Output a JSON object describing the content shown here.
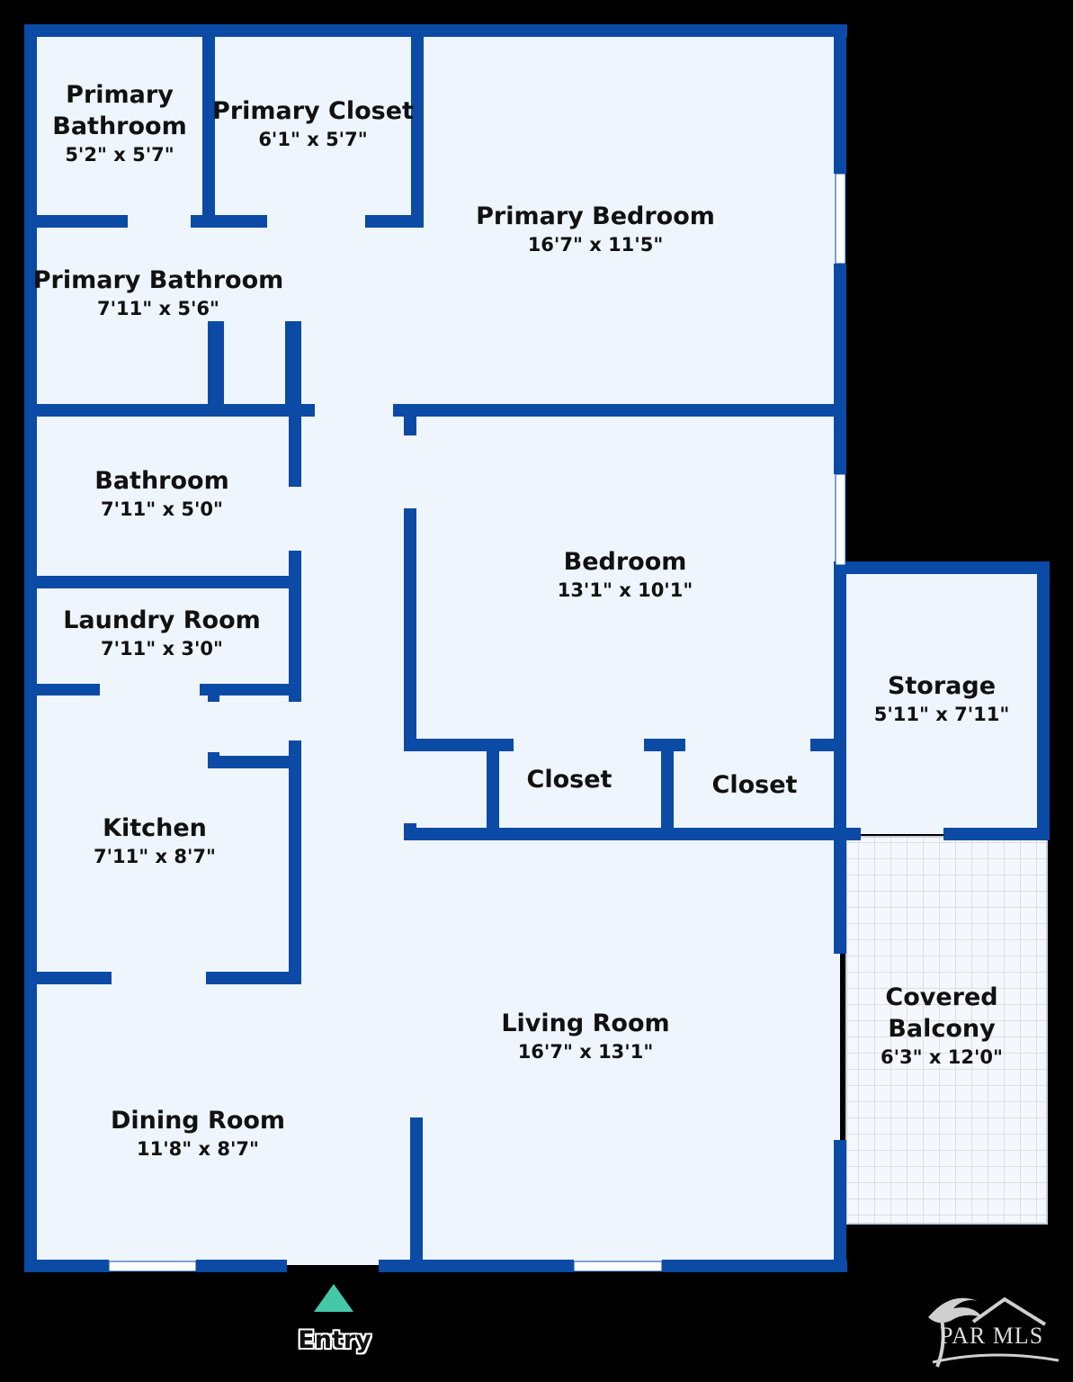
{
  "colors": {
    "wall": "#0b4aa5",
    "floor": "#eef5fc",
    "background": "#000000",
    "entry_marker": "#45c8a8",
    "balcony_grid": "#d6dbe2"
  },
  "rooms": {
    "primary_bathroom_small": {
      "name_line1": "Primary",
      "name_line2": "Bathroom",
      "dims": "5'2\" x 5'7\""
    },
    "primary_closet": {
      "name": "Primary Closet",
      "dims": "6'1\" x 5'7\""
    },
    "primary_bedroom": {
      "name": "Primary Bedroom",
      "dims": "16'7\" x 11'5\""
    },
    "primary_bathroom": {
      "name": "Primary Bathroom",
      "dims": "7'11\" x 5'6\""
    },
    "bathroom": {
      "name": "Bathroom",
      "dims": "7'11\" x 5'0\""
    },
    "bedroom": {
      "name": "Bedroom",
      "dims": "13'1\" x 10'1\""
    },
    "laundry_room": {
      "name": "Laundry Room",
      "dims": "7'11\" x 3'0\""
    },
    "storage": {
      "name": "Storage",
      "dims": "5'11\" x 7'11\""
    },
    "closet_1": {
      "name": "Closet"
    },
    "closet_2": {
      "name": "Closet"
    },
    "kitchen": {
      "name": "Kitchen",
      "dims": "7'11\" x 8'7\""
    },
    "living_room": {
      "name": "Living Room",
      "dims": "16'7\" x 13'1\""
    },
    "covered_balcony": {
      "name_line1": "Covered",
      "name_line2": "Balcony",
      "dims": "6'3\" x 12'0\""
    },
    "dining_room": {
      "name": "Dining Room",
      "dims": "11'8\" x 8'7\""
    }
  },
  "entry_label": "Entry",
  "logo": {
    "text": "PAR MLS"
  }
}
